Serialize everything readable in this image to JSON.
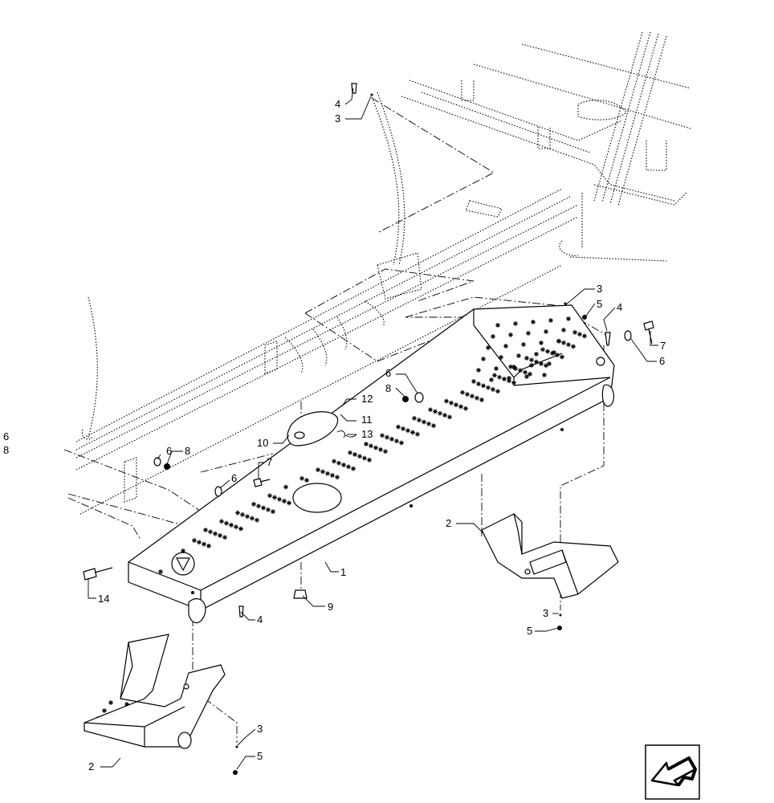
{
  "callouts": {
    "c1": "1",
    "c2a": "2",
    "c2b": "2",
    "c3a": "3",
    "c3b": "3",
    "c3c": "3",
    "c3d": "3",
    "c4a": "4",
    "c4b": "4",
    "c4c": "4",
    "c5a": "5",
    "c5b": "5",
    "c5c": "5",
    "c6a": "6",
    "c6b": "6",
    "c6c": "6",
    "c6d": "6",
    "c6e": "6",
    "c7a": "7",
    "c7b": "7",
    "c8a": "8",
    "c8b": "8",
    "c8c": "8",
    "c9": "9",
    "c10": "10",
    "c11": "11",
    "c12": "12",
    "c13": "13",
    "c14": "14"
  },
  "icons": {
    "orientation": "direction-arrow-icon"
  }
}
